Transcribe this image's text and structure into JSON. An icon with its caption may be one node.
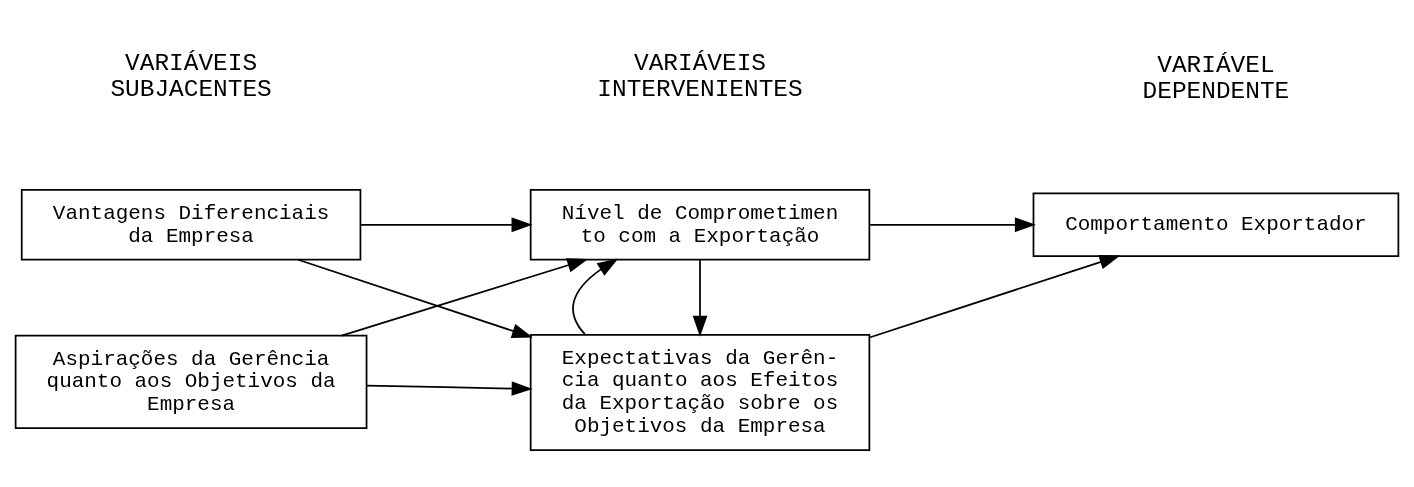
{
  "diagram": {
    "nodes": [
      {
        "text": [
          "Vantagens Diferenciais da Empresa"
        ]
      },
      {
        "text": [
          "Aspirações da Gerência quanto aos Objetivos da Empresa"
        ]
      },
      {
        "text": [
          "Nível de Comprometimen to com a Exportação"
        ]
      },
      {
        "text": [
          "Expectativas da Gerên- cia quanto aos Efeitos da Exportação sobre os Objetivos da Empresa"
        ]
      },
      {
        "text": [
          "Comportamento Exportador"
        ]
      }
    ],
    "edges": [
      {
        "from": 0,
        "to": 2,
        "arrow": "to"
      },
      {
        "from": 0,
        "to": 3,
        "arrow": "to"
      },
      {
        "from": 1,
        "to": 2,
        "arrow": "to"
      },
      {
        "from": 1,
        "to": 3,
        "arrow": "to"
      },
      {
        "from": 2,
        "to": 3,
        "arrow": "to"
      },
      {
        "from": 3,
        "to": 2,
        "arrow": "to"
      },
      {
        "from": 2,
        "to": 4,
        "arrow": "to"
      },
      {
        "from": 3,
        "to": 4,
        "arrow": "to"
      }
    ],
    "labels": [
      "VARIÁVEIS SUBJACENTES",
      "VARIÁVEIS INTERVENIENTES",
      "VARIÁVEL DEPENDENTE"
    ]
  }
}
